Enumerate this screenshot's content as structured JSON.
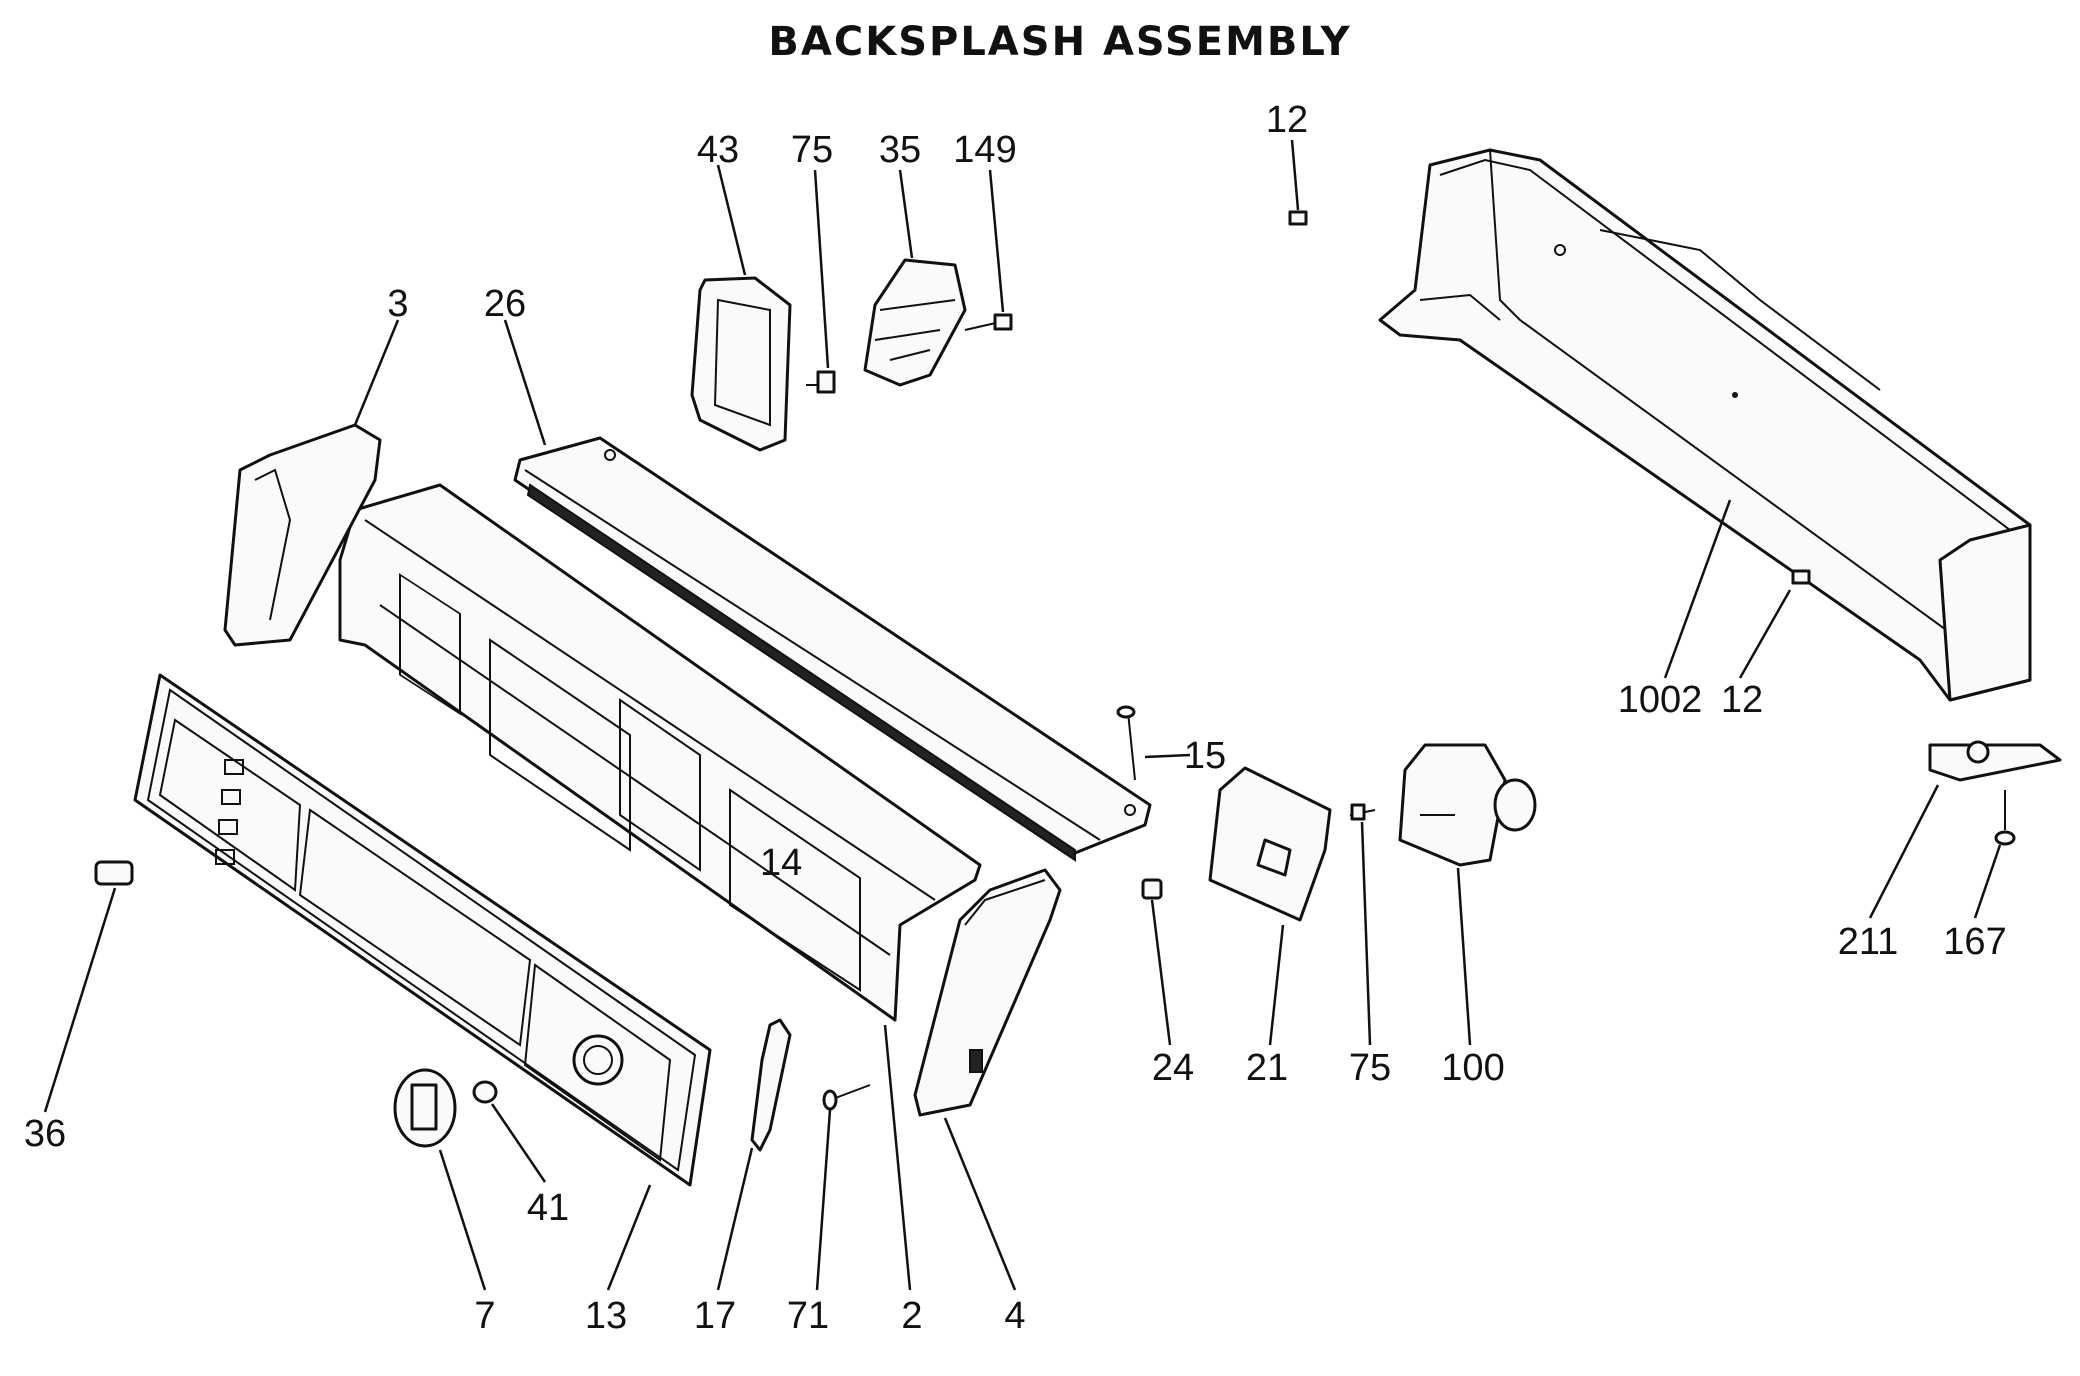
{
  "title": "BACKSPLASH ASSEMBLY",
  "parts": {
    "p43": "43",
    "p75a": "75",
    "p35": "35",
    "p149": "149",
    "p12a": "12",
    "p3": "3",
    "p26": "26",
    "p1002": "1002",
    "p12b": "12",
    "p15": "15",
    "p14": "14",
    "p36": "36",
    "p24": "24",
    "p21": "21",
    "p75b": "75",
    "p100": "100",
    "p211": "211",
    "p167": "167",
    "p41": "41",
    "p7": "7",
    "p13": "13",
    "p17": "17",
    "p71": "71",
    "p2": "2",
    "p4": "4"
  }
}
